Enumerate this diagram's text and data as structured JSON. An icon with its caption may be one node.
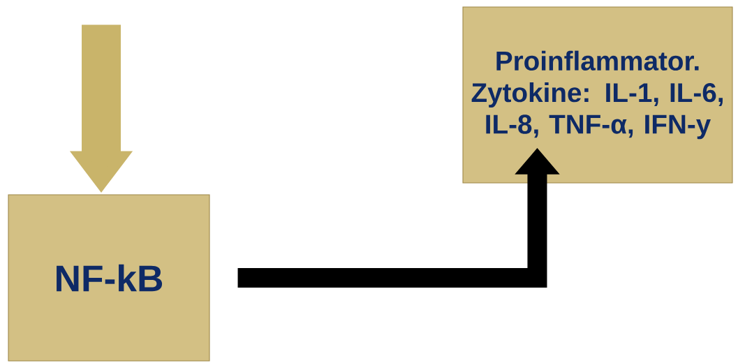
{
  "diagram": {
    "nodes": [
      {
        "text": [
          "NF-kB"
        ]
      },
      {
        "text": [
          "Proinflammator. Zytokine: IL-1, IL-6, IL-8, TNF-α, IFN-y"
        ]
      }
    ],
    "edges": [
      {
        "from": null,
        "to": 0,
        "arrow": "to",
        "style": "thick",
        "color": "#c9b46a"
      },
      {
        "from": 0,
        "to": 1,
        "arrow": "to",
        "color": "#000000"
      }
    ]
  }
}
